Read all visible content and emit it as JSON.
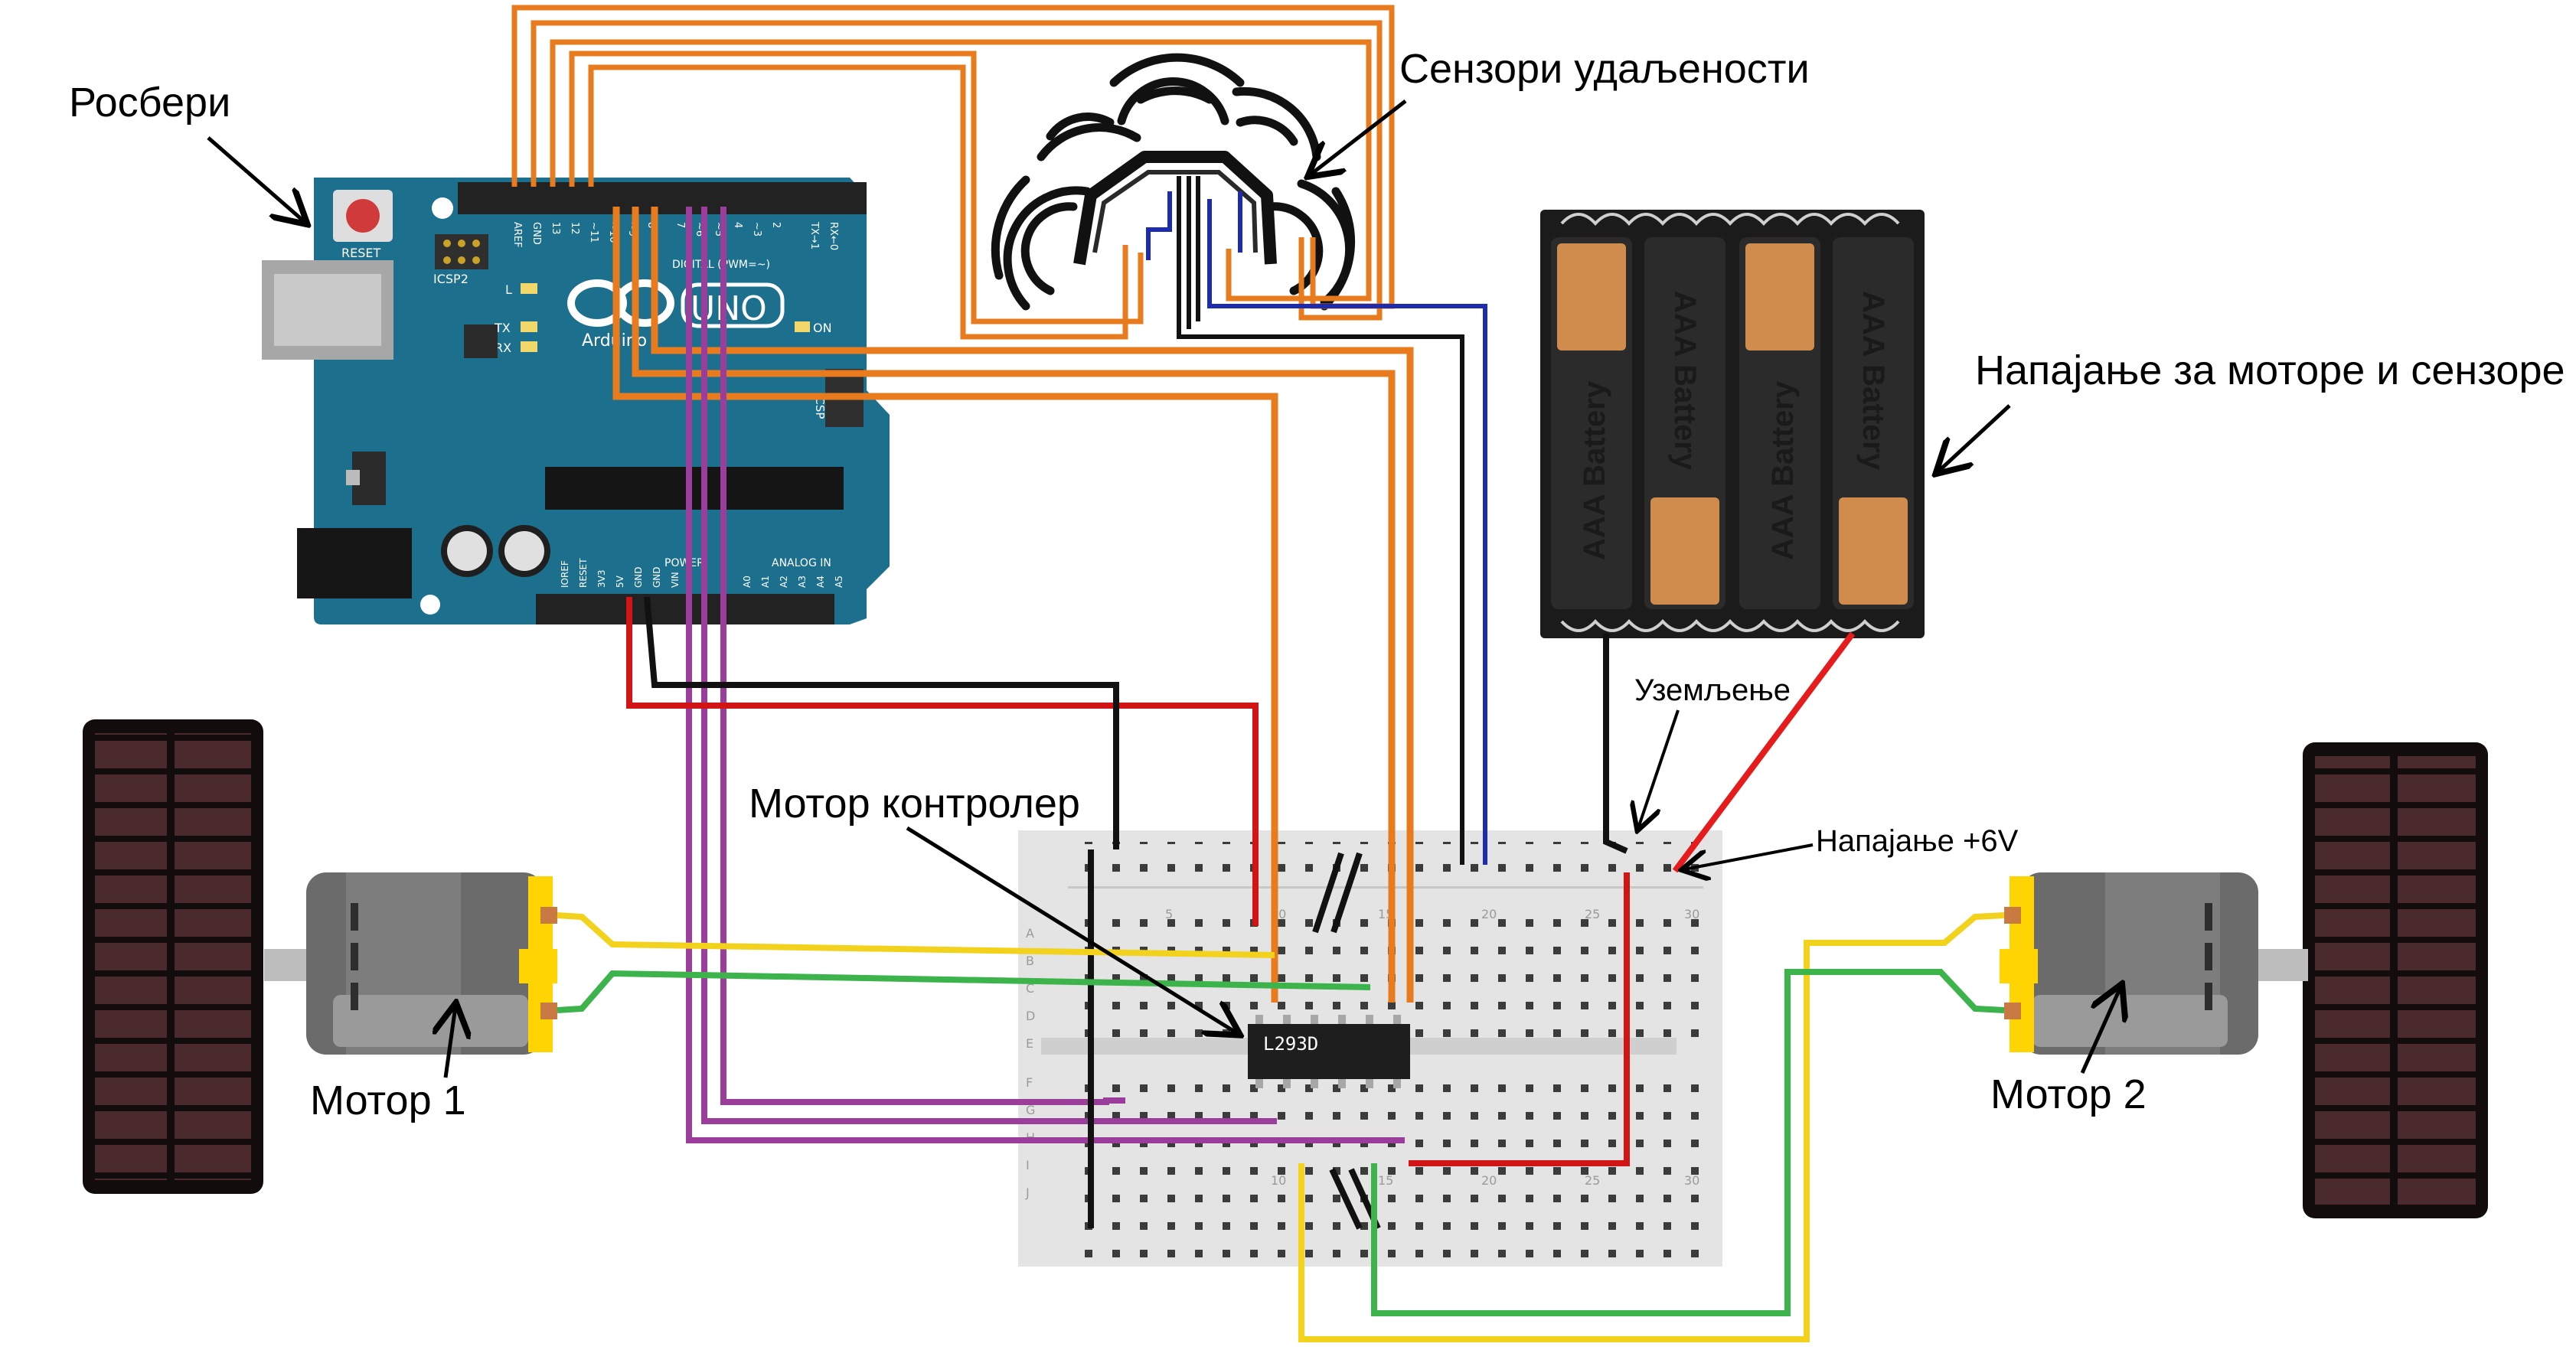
{
  "labels": {
    "raspberry": "Росбери",
    "sensors": "Сензори удаљености",
    "power_supply": "Напајање за моторе и сензоре",
    "ground": "Уземљење",
    "plus6v": "Напајање +6V",
    "motor_controller": "Мотор контролер",
    "motor1": "Мотор 1",
    "motor2": "Мотор 2"
  },
  "arduino": {
    "logo": "UNO",
    "brand": "Arduino",
    "reset": "RESET",
    "icsp2": "ICSP2",
    "icsp": "ICSP",
    "led_l": "L",
    "led_tx": "TX",
    "led_rx": "RX",
    "on": "ON",
    "digital": "DIGITAL (PWM=~)",
    "power": "POWER",
    "analog": "ANALOG IN",
    "top_pins": [
      "AREF",
      "GND",
      "13",
      "12",
      "~11",
      "~10",
      "~9",
      "8",
      "7",
      "~6",
      "~5",
      "4",
      "~3",
      "2",
      "TX→1",
      "RX←0"
    ],
    "bottom_pins": [
      "IOREF",
      "RESET",
      "3V3",
      "5V",
      "GND",
      "GND",
      "VIN",
      "A0",
      "A1",
      "A2",
      "A3",
      "A4",
      "A5"
    ]
  },
  "battery": {
    "cells": [
      "AAA Battery",
      "AAA Battery",
      "AAA Battery",
      "AAA Battery"
    ]
  },
  "breadboard": {
    "chip": "L293D",
    "col_numbers": [
      "5",
      "10",
      "15",
      "20",
      "25",
      "30"
    ],
    "row_letters_top": [
      "A",
      "B",
      "C",
      "D",
      "E"
    ],
    "row_letters_bottom": [
      "F",
      "G",
      "H",
      "I",
      "J"
    ]
  },
  "colors": {
    "orange": "#e87b1e",
    "black": "#111111",
    "blue": "#1c2bb0",
    "red": "#d11414",
    "purple": "#9b3d9b",
    "yellow": "#f2d21c",
    "green": "#3cb44b",
    "arduino_board": "#1d6f8e",
    "breadboard": "#e4e4e4"
  }
}
